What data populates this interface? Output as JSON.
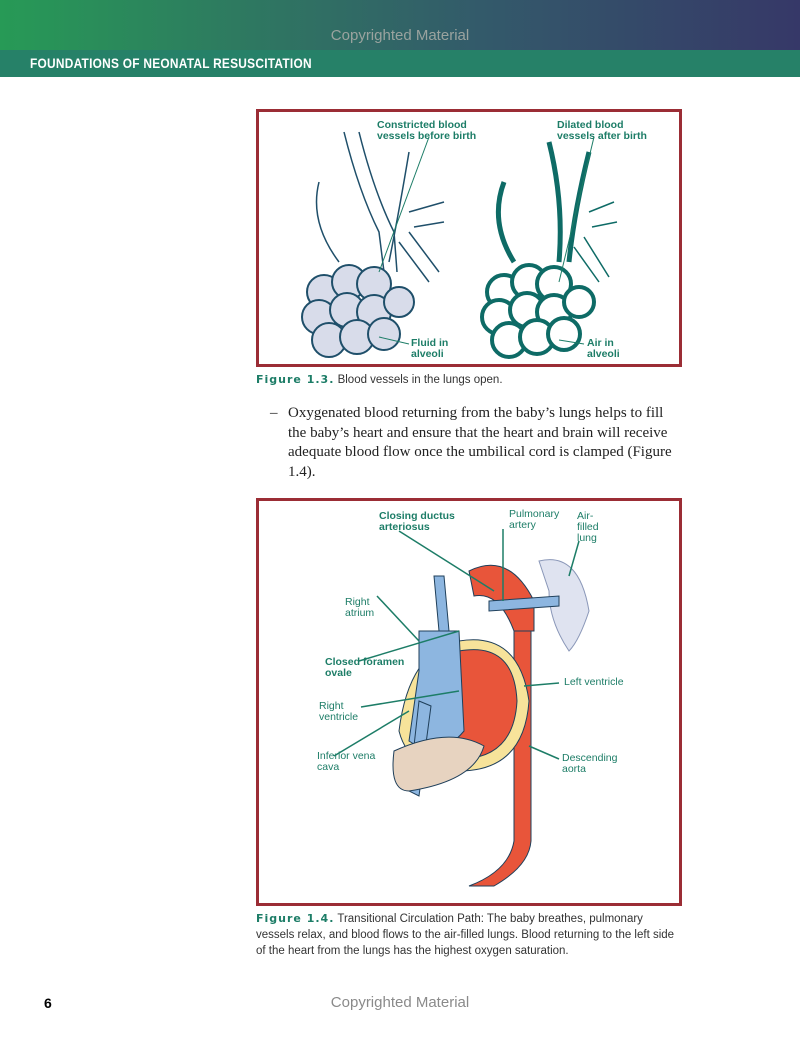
{
  "header": {
    "watermark": "Copyrighted Material",
    "chapter_title": "FOUNDATIONS OF NEONATAL RESUSCITATION"
  },
  "figure_1_3": {
    "labels": {
      "constricted": "Constricted blood vessels before birth",
      "dilated": "Dilated blood vessels after birth",
      "fluid": "Fluid in alveoli",
      "air": "Air in alveoli"
    },
    "caption_label": "Figure 1.3.",
    "caption_text": " Blood vessels in the lungs open."
  },
  "body_text": {
    "dash": "–",
    "paragraph": "Oxygenated blood returning from the baby’s lungs helps to fill the baby’s heart and ensure that the heart and brain will receive adequate blood flow once the umbilical cord is clamped (Figure 1.4)."
  },
  "figure_1_4": {
    "labels": {
      "ductus": "Closing ductus arteriosus",
      "pulmonary": "Pulmonary artery",
      "lung": "Air-filled lung",
      "right_atrium": "Right atrium",
      "foramen": "Closed foramen ovale",
      "right_ventricle": "Right ventricle",
      "left_ventricle": "Left ventricle",
      "ivc": "Inferior vena cava",
      "aorta": "Descending aorta"
    },
    "caption_label": "Figure 1.4.",
    "caption_text": " Transitional Circulation Path: The baby breathes, pulmonary vessels relax, and blood flows to the air-filled lungs. Blood returning to the left side of the heart from the lungs has the highest oxygen saturation."
  },
  "footer": {
    "page_number": "6",
    "watermark": "Copyrighted Material"
  }
}
